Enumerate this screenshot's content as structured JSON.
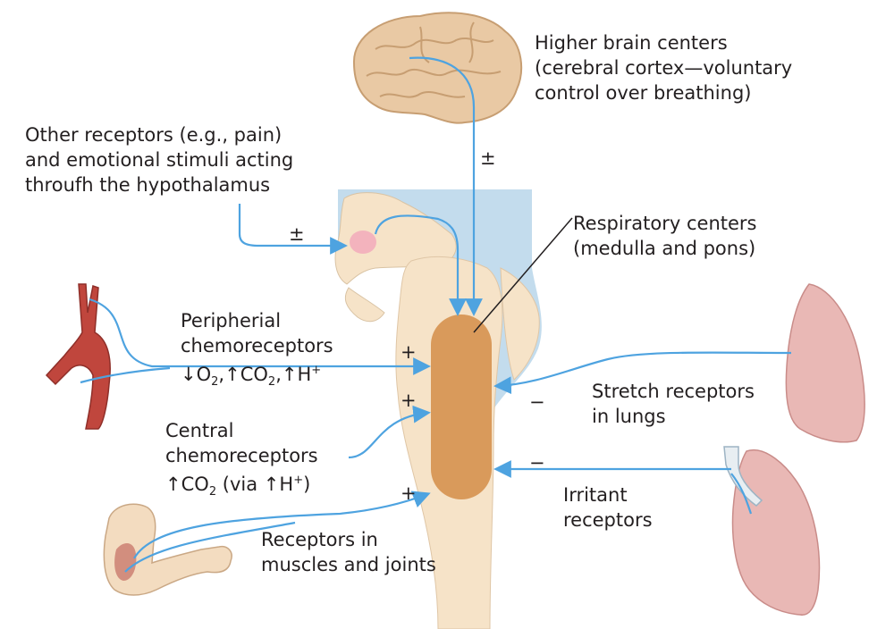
{
  "labels": {
    "higher_brain": [
      "Higher brain centers",
      "(cerebral cortex—voluntary",
      "control over breathing)"
    ],
    "other_receptors": [
      "Other receptors (e.g., pain)",
      "and emotional stimuli acting",
      "throufh the hypothalamus"
    ],
    "respiratory_centers": [
      "Respiratory centers",
      "(medulla and pons)"
    ],
    "peripheral": [
      "Peripherial",
      "chemoreceptors"
    ],
    "peripheral_sub": {
      "arrow1": "↓",
      "o": "O",
      "o2": "2",
      "sep1": ",",
      "arrow2": "↑",
      "co": "CO",
      "co2": "2",
      "sep2": ",",
      "arrow3": "↑",
      "h": "H",
      "hplus": "+"
    },
    "central": [
      "Central",
      "chemoreceptors"
    ],
    "central_sub": {
      "arrow1": "↑",
      "co": "CO",
      "co2": "2",
      "via": " (via ",
      "arrow2": "↑",
      "h": "H",
      "hplus": "+",
      "close": ")"
    },
    "stretch": [
      "Stretch receptors",
      "in lungs"
    ],
    "irritant": [
      "Irritant",
      "receptors"
    ],
    "muscles": [
      "Receptors in",
      "muscles and joints"
    ]
  },
  "signs": {
    "brain": "±",
    "hypothalamus": "±",
    "peripheral": "+",
    "central": "+",
    "muscles": "+",
    "stretch": "−",
    "irritant": "−"
  },
  "colors": {
    "pathway": "#4ea3e0",
    "medulla_center": "#d99a5b",
    "brainstem": "#f6e3c8",
    "csf_blue": "#b9d6ea",
    "brain": "#e9c9a4",
    "lung": "#e9b8b5",
    "artery": "#c0463d",
    "arm": "#f3dcc0",
    "hypothalamus_spot": "#f3b3bd"
  }
}
